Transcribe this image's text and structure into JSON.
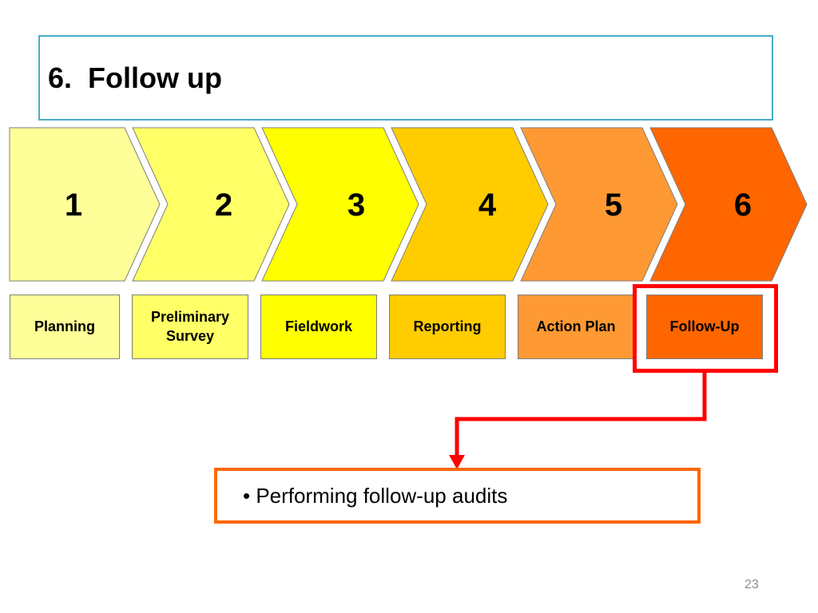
{
  "title": "6.  Follow up",
  "steps": [
    {
      "number": "1",
      "label": "Planning",
      "color": "#ffff99"
    },
    {
      "number": "2",
      "label": "Preliminary Survey",
      "color": "#ffff66"
    },
    {
      "number": "3",
      "label": "Fieldwork",
      "color": "#ffff00"
    },
    {
      "number": "4",
      "label": "Reporting",
      "color": "#ffcc00"
    },
    {
      "number": "5",
      "label": "Action Plan",
      "color": "#ff9933"
    },
    {
      "number": "6",
      "label": "Follow-Up",
      "color": "#ff6600"
    }
  ],
  "highlighted_step": 6,
  "highlight_color": "#ff0000",
  "detail": {
    "bullet": "• Performing follow-up audits",
    "border_color": "#ff6600"
  },
  "page_number": "23"
}
